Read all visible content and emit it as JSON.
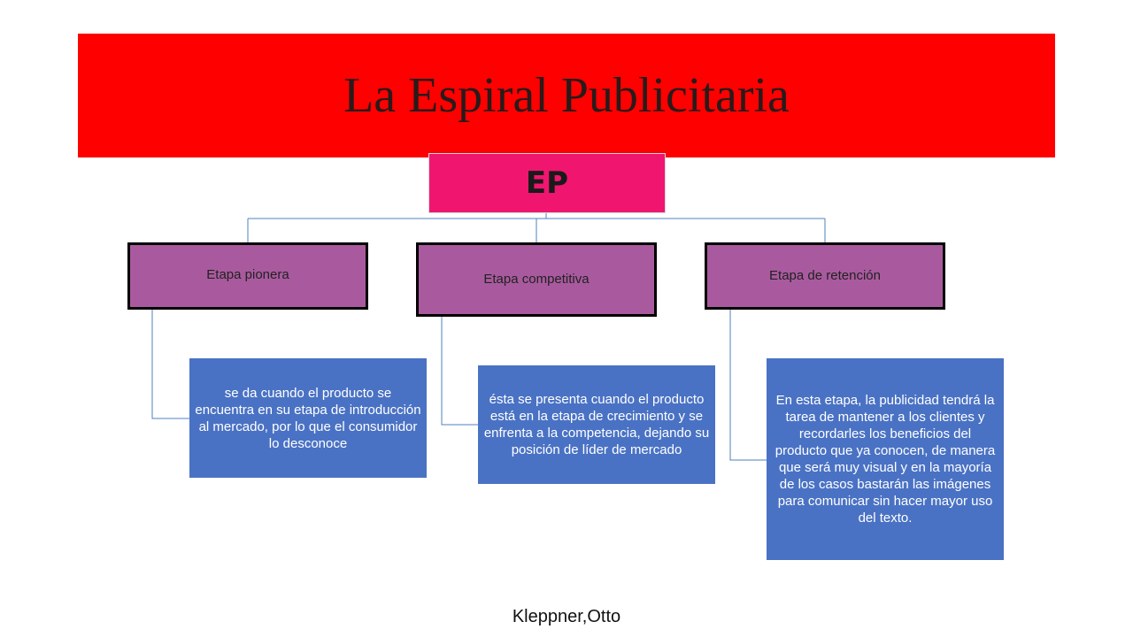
{
  "title": "La Espiral Publicitaria",
  "root": "EP",
  "stages": [
    {
      "label": "Etapa pionera",
      "description": "se da cuando el producto se encuentra en su etapa de introducción al mercado, por lo que el consumidor lo desconoce"
    },
    {
      "label": "Etapa competitiva",
      "description": "ésta se presenta cuando el producto está en la etapa de crecimiento y se enfrenta a la competencia, dejando su posición de líder de mercado"
    },
    {
      "label": "Etapa de retención",
      "description": "En esta etapa, la publicidad tendrá la tarea de mantener a los clientes y recordarles los beneficios del producto que ya conocen, de manera que será muy visual y en la mayoría de los casos bastarán las imágenes para comunicar sin hacer mayor uso del texto."
    }
  ],
  "footer": "Kleppner,Otto",
  "colors": {
    "banner": "#ff0000",
    "root": "#f0166f",
    "stage": "#a95a9e",
    "description": "#4a72c4",
    "connector": "#4f81bd"
  }
}
